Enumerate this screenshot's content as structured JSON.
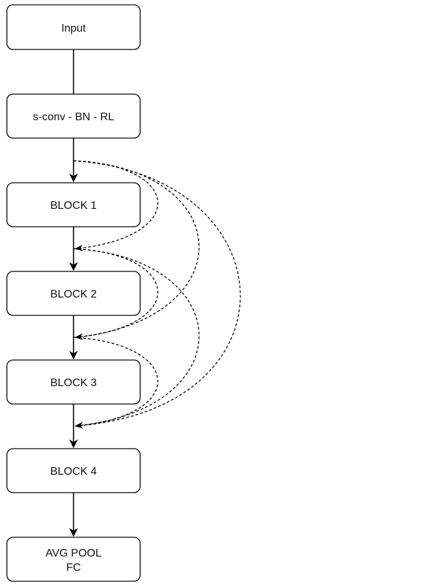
{
  "nodes": {
    "input": "Input",
    "stem": "s-conv - BN - RL",
    "block1": "BLOCK 1",
    "block2": "BLOCK 2",
    "block3": "BLOCK 3",
    "block4": "BLOCK 4",
    "head_line1": "AVG POOL",
    "head_line2": "FC"
  },
  "edges": {
    "solid": [
      [
        "input",
        "stem"
      ],
      [
        "stem",
        "block1"
      ],
      [
        "block1",
        "block2"
      ],
      [
        "block2",
        "block3"
      ],
      [
        "block3",
        "block4"
      ],
      [
        "block4",
        "head"
      ]
    ],
    "dense_skip_connections": [
      [
        "stem_out",
        "block1_out"
      ],
      [
        "stem_out",
        "block2_out"
      ],
      [
        "stem_out",
        "block3_out"
      ],
      [
        "block1_out",
        "block2_out"
      ],
      [
        "block1_out",
        "block3_out"
      ],
      [
        "block2_out",
        "block3_out"
      ]
    ]
  },
  "colors": {
    "stroke": "#000000",
    "background": "#ffffff",
    "text": "#111111"
  }
}
